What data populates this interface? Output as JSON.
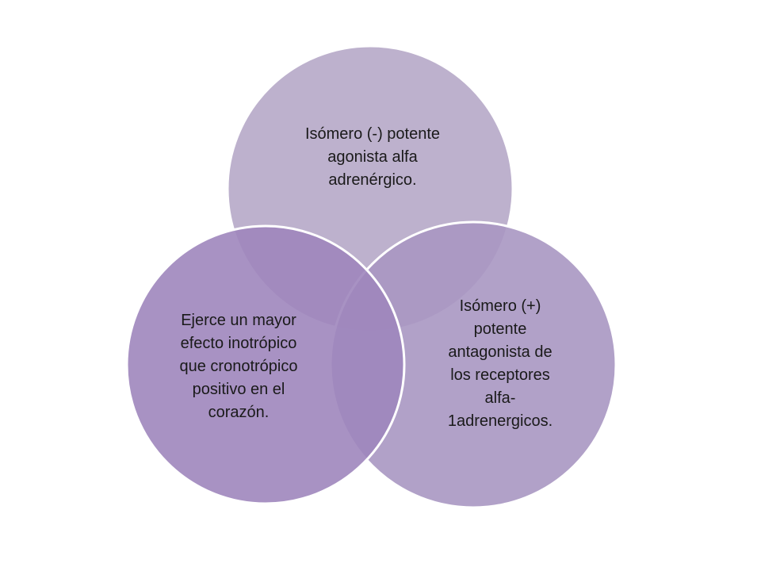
{
  "diagram": {
    "circles": [
      {
        "id": "top",
        "text": "Isómero (-) potente\nagonista alfa\nadrenérgico."
      },
      {
        "id": "right",
        "text": "Isómero (+)\npotente\nantagonista de\nlos receptores\nalfa-\n1adrenergicos."
      },
      {
        "id": "left",
        "text": "Ejerce un mayor\nefecto inotrópico\nque cronotrópico\npositivo en el\ncorazón."
      }
    ]
  },
  "colors": {
    "background": "#ffffff",
    "top_circle": "#b6a8c8",
    "right_circle": "#a997c2",
    "left_circle": "#9f86bd",
    "outline": "#ffffff",
    "text": "#1a1a1a"
  }
}
